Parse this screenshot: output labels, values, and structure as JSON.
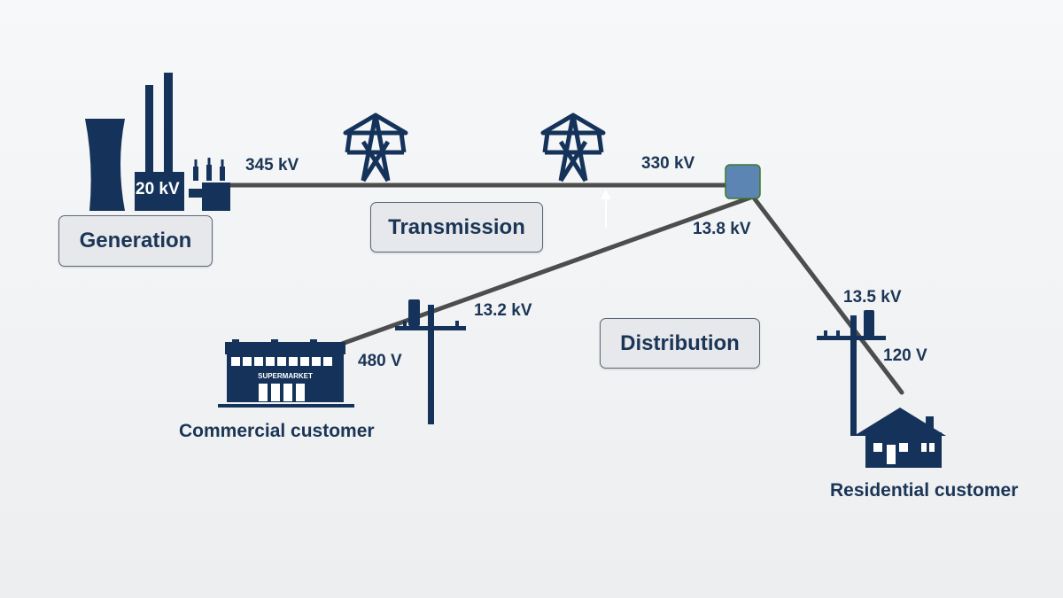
{
  "diagram": {
    "stages": {
      "generation": "Generation",
      "transmission": "Transmission",
      "distribution": "Distribution"
    },
    "voltages": {
      "generator": "20 kV",
      "step_up": "345 kV",
      "substation_in": "330 kV",
      "substation_out": "13.8 kV",
      "commercial_pole": "13.2 kV",
      "commercial_service": "480 V",
      "residential_pole": "13.5 kV",
      "residential_service": "120 V"
    },
    "customers": {
      "commercial": "Commercial customer",
      "residential": "Residential customer"
    },
    "store_sign": "SUPERMARKET"
  },
  "colors": {
    "icon_navy": "#15335a",
    "line_gray": "#4d4d4d",
    "substation_blue": "#5d85b3",
    "substation_border": "#3c7a2c",
    "box_fill": "#e6e8eb",
    "text": "#1b3556"
  }
}
